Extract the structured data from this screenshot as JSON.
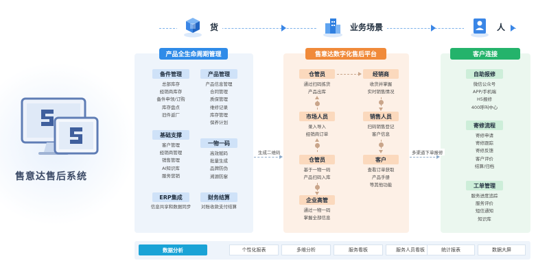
{
  "header": {
    "goods_label": "货",
    "scene_label": "业务场景",
    "people_label": "人"
  },
  "system_title": "售意达售后系统",
  "left": {
    "header": "产品全生命周期管理",
    "sections": [
      {
        "title": "备件管理",
        "items": [
          "总部库存",
          "经销商库存",
          "备件申领/订购",
          "库存盘点",
          "旧件返厂"
        ]
      },
      {
        "title": "产品管理",
        "items": [
          "产品信息管理",
          "合同管理",
          "质保管理",
          "维修记录",
          "库存管理",
          "保养计划"
        ]
      },
      {
        "title": "基础支撑",
        "items": [
          "客户管理",
          "经销商管理",
          "销售管理",
          "AI知识库",
          "服务营销"
        ]
      },
      {
        "title": "一物一码",
        "items": [
          "高效赋码",
          "批量生成",
          "品牌防伪",
          "溯源防窜"
        ]
      },
      {
        "title": "ERP集成",
        "items": [
          "信息共享和数据同步"
        ]
      },
      {
        "title": "财务结算",
        "items": [
          "对账收款支付结算"
        ]
      }
    ]
  },
  "mid": {
    "header": "售意达数字化售后平台",
    "nodes": [
      {
        "title": "仓管员",
        "items": [
          "通过扫码拣货",
          "产品出库"
        ]
      },
      {
        "title": "经销商",
        "items": [
          "收货并掌握",
          "实时销售情况"
        ]
      },
      {
        "title": "市场人员",
        "items": [
          "录入导入",
          "经销商订单"
        ]
      },
      {
        "title": "销售人员",
        "items": [
          "扫码销售登记",
          "客户信息"
        ]
      },
      {
        "title": "仓管员",
        "items": [
          "基于一物一码",
          "产品扫码入库"
        ]
      },
      {
        "title": "客户",
        "items": [
          "查看订单获取",
          "产品手册",
          "等其他功能"
        ]
      },
      {
        "title": "企业高管",
        "items": [
          "通过一物一码",
          "掌握全部信息"
        ]
      }
    ]
  },
  "right": {
    "header": "客户连接",
    "sections": [
      {
        "title": "自助报修",
        "items": [
          "微信公众号",
          "APP/手机端",
          "H5报修",
          "400呼叫中心"
        ]
      },
      {
        "title": "寄修流程",
        "items": [
          "寄修申请",
          "寄修跟踪",
          "寄修反馈",
          "客户评价",
          "结算/归档"
        ]
      },
      {
        "title": "工单管理",
        "items": [
          "服务进度追踪",
          "服务评价",
          "短信通知",
          "知识库"
        ]
      }
    ]
  },
  "edges": {
    "left_to_mid": "生成二维码",
    "mid_to_right": "多渠道下单报修"
  },
  "bottom": {
    "title": "数据分析",
    "items": [
      "个性化报表",
      "多维分析",
      "服务看板",
      "服务人员看板",
      "统计报表",
      "数据大屏"
    ]
  },
  "colors": {
    "blue": "#2f8be8",
    "orange": "#f08a3a",
    "green": "#24b36b",
    "cyan": "#1aa3d6"
  },
  "icons": {
    "goods": "cube-stack-icon",
    "scene": "building-icon",
    "people": "person-card-icon",
    "system": "monitor-logo-icon"
  }
}
